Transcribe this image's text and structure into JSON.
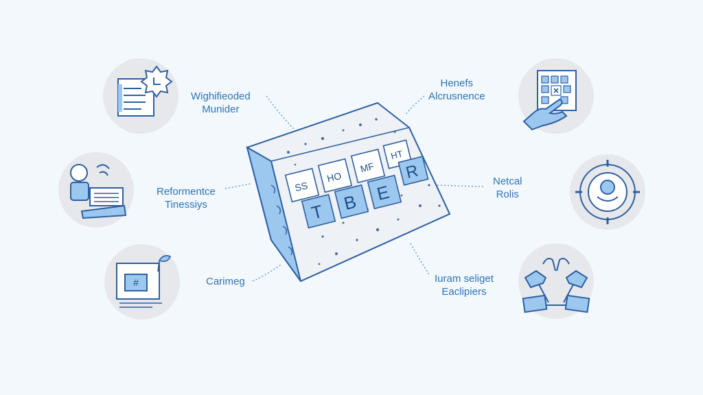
{
  "nodes": [
    {
      "id": "top-left",
      "line1": "Wighifieoded",
      "line2": "Munider",
      "icon": "document-seal-icon"
    },
    {
      "id": "mid-left",
      "line1": "Reformentce",
      "line2": "Tinessiys",
      "icon": "worker-machine-icon"
    },
    {
      "id": "bottom-left",
      "line1": "Carimeg",
      "line2": "",
      "icon": "calendar-board-icon"
    },
    {
      "id": "top-right",
      "line1": "Henefs",
      "line2": "Alcrusnence",
      "icon": "hand-grid-icon"
    },
    {
      "id": "mid-right",
      "line1": "Netcal",
      "line2": "Rolis",
      "icon": "gear-target-icon"
    },
    {
      "id": "bottom-right",
      "line1": "Iuram seliget",
      "line2": "Eaclipiers",
      "icon": "handshake-icon"
    }
  ],
  "center": {
    "icon": "concrete-slab-icon",
    "tiles_top": [
      "SS",
      "HO",
      "MF",
      "HT"
    ],
    "tiles_bottom": [
      "T",
      "B",
      "E",
      "R"
    ]
  },
  "colors": {
    "accent": "#2d73b8",
    "light_blue": "#a9cef0",
    "circle_bg": "#e6e8ec",
    "background": "#f3f8fc"
  }
}
